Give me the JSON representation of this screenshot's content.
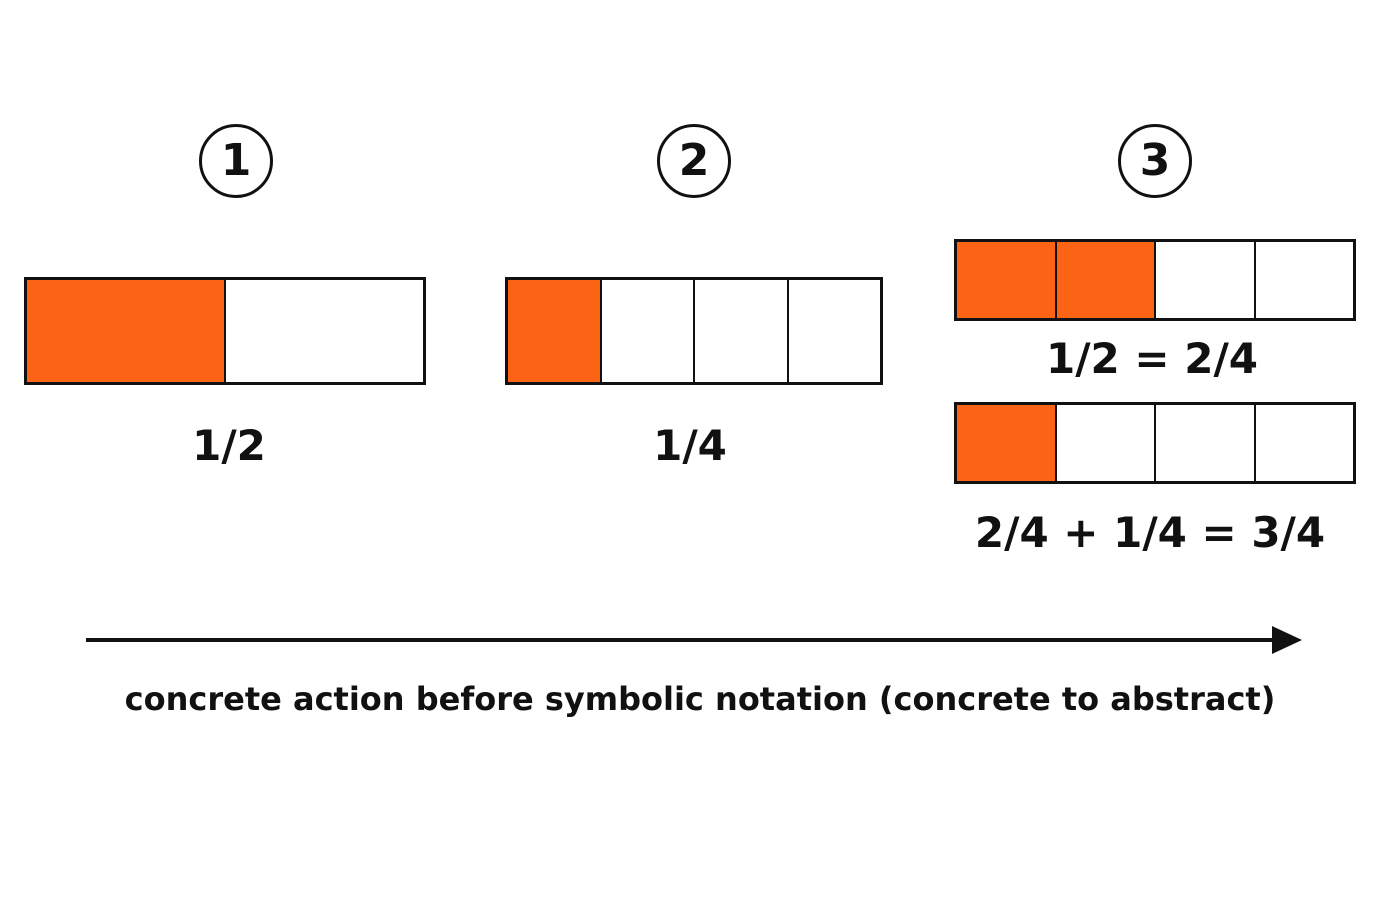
{
  "steps": [
    {
      "number": "1",
      "bars": [
        {
          "parts": 2,
          "shaded": 1
        }
      ],
      "labels": [
        "1/2"
      ]
    },
    {
      "number": "2",
      "bars": [
        {
          "parts": 4,
          "shaded": 1
        }
      ],
      "labels": [
        "1/4"
      ]
    },
    {
      "number": "3",
      "bars": [
        {
          "parts": 4,
          "shaded": 2
        },
        {
          "parts": 4,
          "shaded": 1
        }
      ],
      "labels": [
        "1/2 = 2/4",
        "2/4 + 1/4 = 3/4"
      ]
    }
  ],
  "arrow_caption": "concrete action before symbolic notation (concrete to abstract)",
  "colors": {
    "shaded": "#FA6414",
    "unshaded": "#FFFFFF",
    "outline": "#111111"
  }
}
